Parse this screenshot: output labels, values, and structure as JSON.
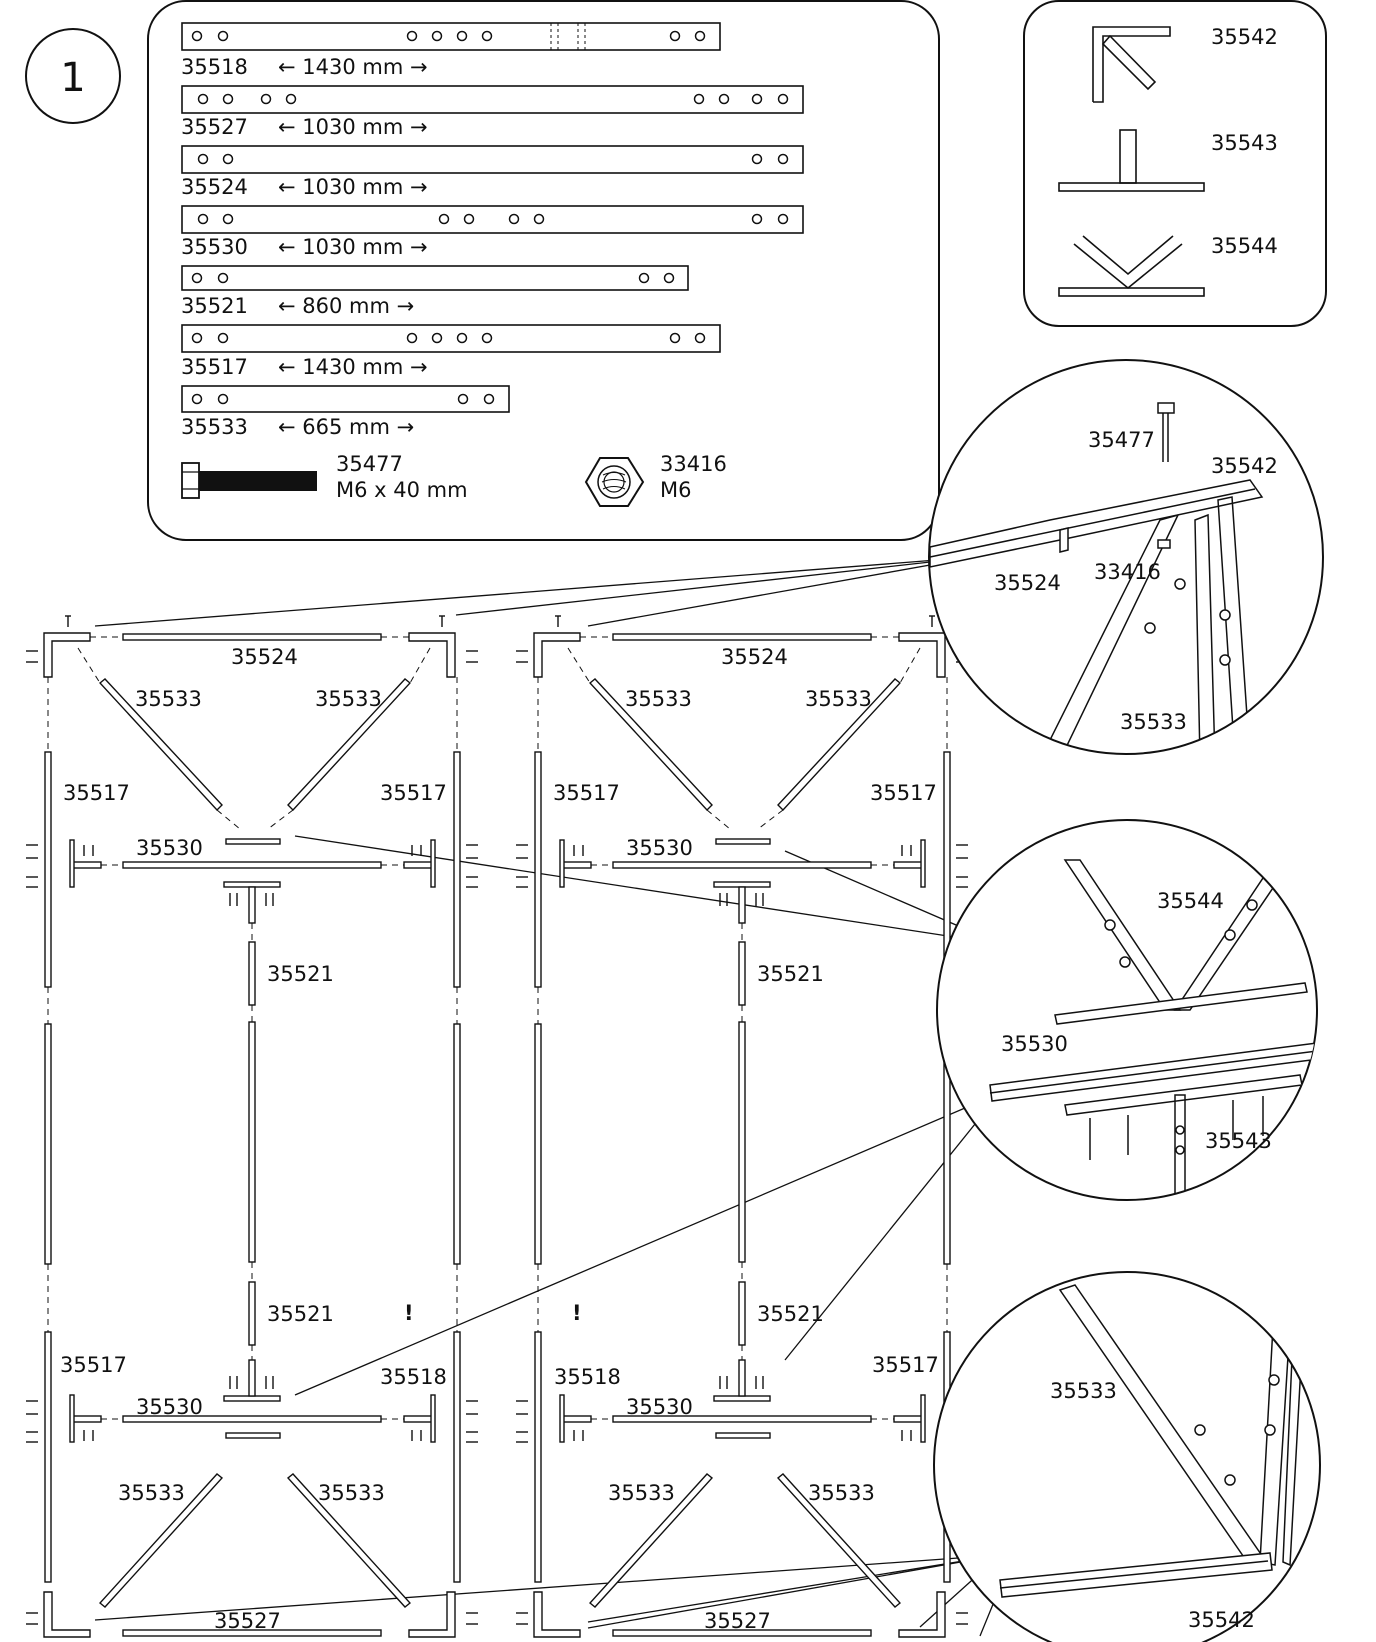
{
  "step": {
    "number": "1"
  },
  "parts": [
    {
      "code": "35518",
      "length": "← 1430 mm →"
    },
    {
      "code": "35527",
      "length": "← 1030 mm →"
    },
    {
      "code": "35524",
      "length": "← 1030 mm →"
    },
    {
      "code": "35530",
      "length": "← 1030 mm →"
    },
    {
      "code": "35521",
      "length": "← 860 mm →"
    },
    {
      "code": "35517",
      "length": "← 1430 mm →"
    },
    {
      "code": "35533",
      "length": "← 665 mm →"
    }
  ],
  "hardware": {
    "bolt": {
      "code": "35477",
      "size": "M6 x 40 mm"
    },
    "nut": {
      "code": "33416",
      "size": "M6"
    }
  },
  "connectors": [
    {
      "code": "35542",
      "icon": "corner-bracket-icon"
    },
    {
      "code": "35543",
      "icon": "t-bracket-icon"
    },
    {
      "code": "35544",
      "icon": "v-bracket-icon"
    }
  ],
  "frame_labels": {
    "top_rail": "35524",
    "diagonal": "35533",
    "upright": "35517",
    "mid_rail": "35530",
    "center_post": "35521",
    "bottom_rail": "35527",
    "special_upright": "35518",
    "warning": "!"
  },
  "detail_labels": {
    "top_bolt": "35477",
    "top_corner": "35542",
    "top_rail": "35524",
    "top_nut": "33416",
    "top_diagonal": "35533",
    "mid_v": "35544",
    "mid_rail": "35530",
    "mid_t": "35543",
    "bottom_diagonal": "35533",
    "bottom_corner": "35542"
  }
}
